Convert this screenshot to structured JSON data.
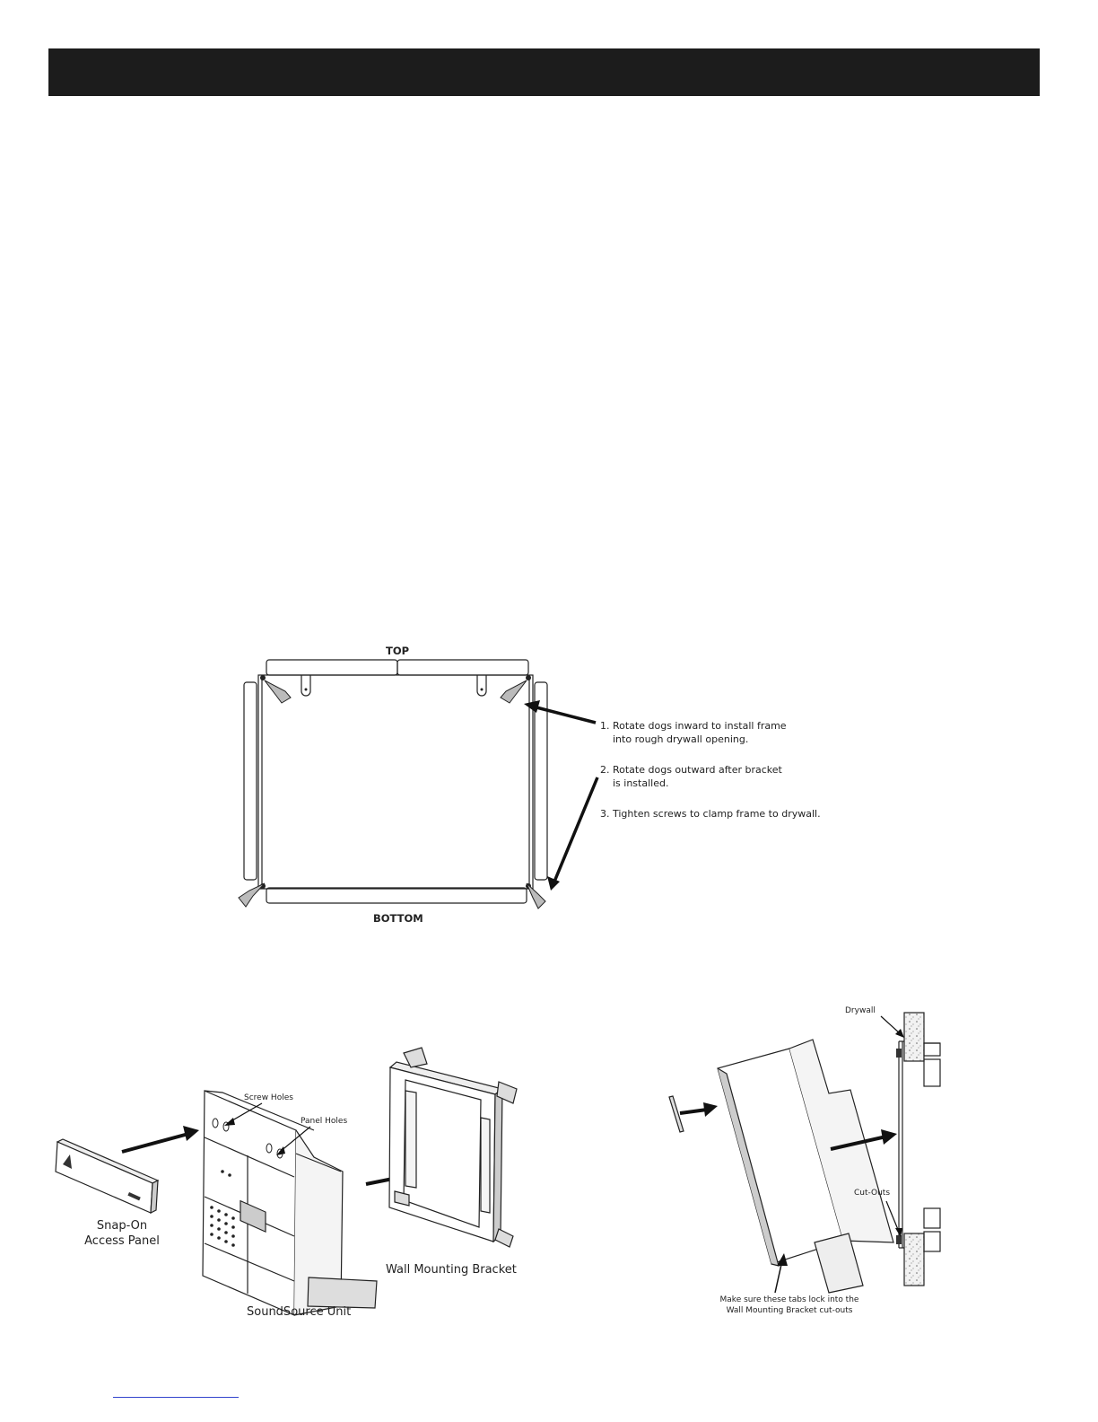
{
  "frame_diagram": {
    "top_label": "TOP",
    "bottom_label": "BOTTOM",
    "steps": [
      {
        "line1": "1. Rotate dogs inward to install frame",
        "line2": "into rough drywall opening."
      },
      {
        "line1": "2. Rotate dogs outward after bracket",
        "line2": "is installed."
      },
      {
        "line1": "3. Tighten screws to clamp frame to drywall.",
        "line2": ""
      }
    ]
  },
  "exploded_view": {
    "screw_holes": "Screw Holes",
    "panel_holes": "Panel Holes",
    "access_panel_line1": "Snap-On",
    "access_panel_line2": "Access Panel",
    "wall_bracket": "Wall Mounting Bracket",
    "unit": "SoundSource Unit"
  },
  "side_view": {
    "drywall": "Drywall",
    "cutouts": "Cut-Outs",
    "note_line1": "Make sure these tabs lock into the",
    "note_line2": "Wall Mounting Bracket cut-outs"
  }
}
